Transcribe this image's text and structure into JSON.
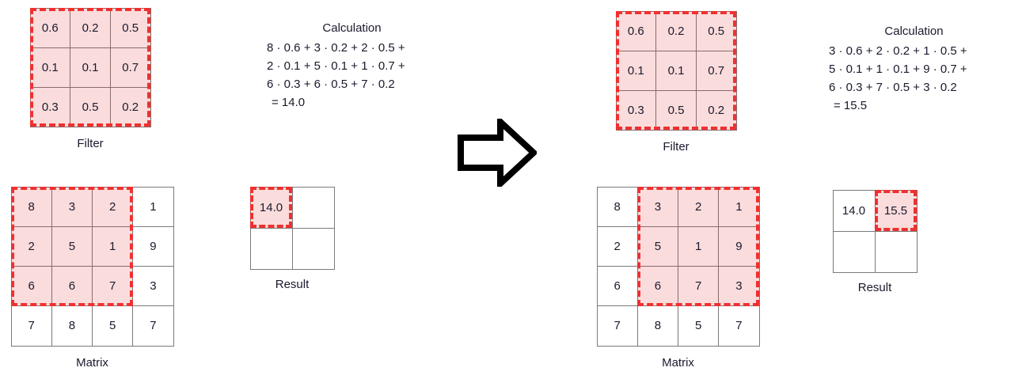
{
  "diagram": {
    "title": "2D convolution sliding window",
    "colors": {
      "highlight_fill": "#fadcdc",
      "selection_border": "#f03030",
      "grid_border": "#7a7a7a",
      "text": "#1a1a2e",
      "arrow": "#000000"
    },
    "labels": {
      "filter": "Filter",
      "matrix": "Matrix",
      "result": "Result",
      "calculation": "Calculation"
    }
  },
  "steps": [
    {
      "id": "step-1",
      "filter": {
        "rows": [
          [
            "0.6",
            "0.2",
            "0.5"
          ],
          [
            "0.1",
            "0.1",
            "0.7"
          ],
          [
            "0.3",
            "0.5",
            "0.2"
          ]
        ],
        "caption": "Filter"
      },
      "calculation": {
        "title": "Calculation",
        "lines": [
          "8 · 0.6 + 3 · 0.2 + 2 · 0.5 +",
          "2 · 0.1 + 5 · 0.1 + 1 · 0.7 +",
          "6 · 0.3 + 6 · 0.5 + 7 · 0.2"
        ],
        "total": "= 14.0"
      },
      "matrix": {
        "rows": [
          [
            "8",
            "3",
            "2",
            "1"
          ],
          [
            "2",
            "5",
            "1",
            "9"
          ],
          [
            "6",
            "6",
            "7",
            "3"
          ],
          [
            "7",
            "8",
            "5",
            "7"
          ]
        ],
        "highlight": {
          "row_start": 0,
          "col_start": 0,
          "rows": 3,
          "cols": 3
        },
        "caption": "Matrix"
      },
      "result": {
        "rows": [
          [
            "14.0",
            ""
          ],
          [
            "",
            ""
          ]
        ],
        "highlight": {
          "row_start": 0,
          "col_start": 0,
          "rows": 1,
          "cols": 1
        },
        "caption": "Result"
      }
    },
    {
      "id": "step-2",
      "filter": {
        "rows": [
          [
            "0.6",
            "0.2",
            "0.5"
          ],
          [
            "0.1",
            "0.1",
            "0.7"
          ],
          [
            "0.3",
            "0.5",
            "0.2"
          ]
        ],
        "caption": "Filter"
      },
      "calculation": {
        "title": "Calculation",
        "lines": [
          "3 · 0.6 + 2 · 0.2 + 1 · 0.5 +",
          "5 · 0.1 + 1 · 0.1 + 9 · 0.7 +",
          "6 · 0.3 + 7 · 0.5 + 3 · 0.2"
        ],
        "total": "= 15.5"
      },
      "matrix": {
        "rows": [
          [
            "8",
            "3",
            "2",
            "1"
          ],
          [
            "2",
            "5",
            "1",
            "9"
          ],
          [
            "6",
            "6",
            "7",
            "3"
          ],
          [
            "7",
            "8",
            "5",
            "7"
          ]
        ],
        "highlight": {
          "row_start": 0,
          "col_start": 1,
          "rows": 3,
          "cols": 3
        },
        "caption": "Matrix"
      },
      "result": {
        "rows": [
          [
            "14.0",
            "15.5"
          ],
          [
            "",
            ""
          ]
        ],
        "highlight": {
          "row_start": 0,
          "col_start": 1,
          "rows": 1,
          "cols": 1
        },
        "caption": "Result"
      }
    }
  ],
  "arrow": {
    "name": "right-arrow",
    "direction": "right"
  }
}
